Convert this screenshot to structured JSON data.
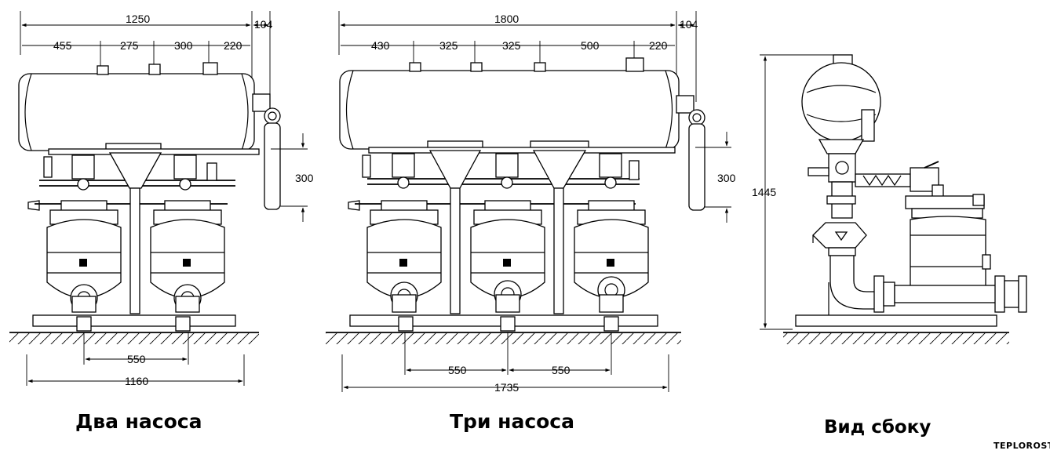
{
  "views": [
    {
      "caption": "Два насоса",
      "dims": {
        "overall_top": "1250",
        "offset_right": "104",
        "segments": [
          "455",
          "275",
          "300",
          "220"
        ],
        "height_right": "300",
        "base_spacing": "550",
        "base_overall": "1160"
      }
    },
    {
      "caption": "Три насоса",
      "dims": {
        "overall_top": "1800",
        "offset_right": "104",
        "segments": [
          "430",
          "325",
          "325",
          "500",
          "220"
        ],
        "height_right": "300",
        "base_spacing": [
          "550",
          "550"
        ],
        "base_overall": "1735"
      }
    },
    {
      "caption": "Вид сбоку",
      "dims": {
        "height_total": "1445"
      }
    }
  ],
  "watermark": "TEPLOROST",
  "icons": {
    "hatch": "ground-hatch",
    "arrow": "dimension-arrow"
  }
}
